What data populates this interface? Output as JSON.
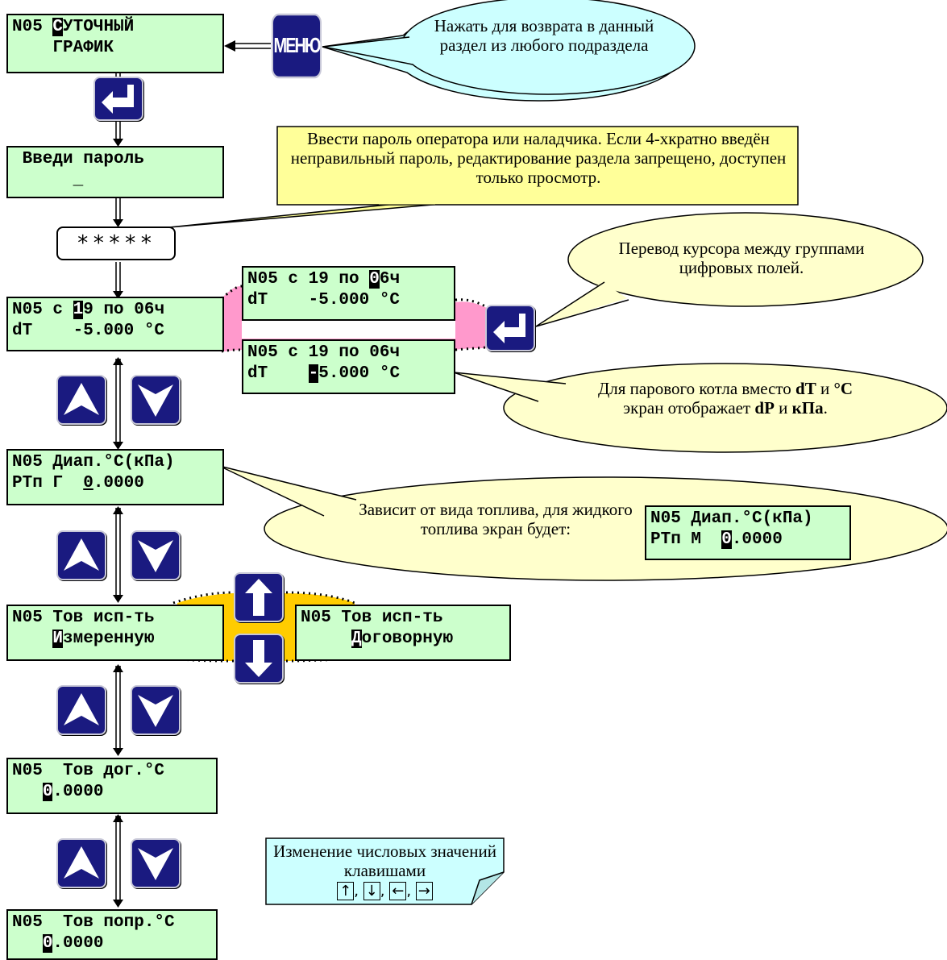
{
  "screens": {
    "daily": {
      "l1_pre": "N05 ",
      "l1_cur": "С",
      "l1_post": "УТОЧНЫЙ",
      "l2": "    ГРАФИК"
    },
    "password": {
      "l1": " Введи пароль",
      "l2": "      _"
    },
    "password_mask": "*****",
    "period_main": {
      "l1_pre": "N05 с ",
      "l1_cur": "1",
      "l1_post": "9 по 06ч",
      "l2": "dT    -5.000 °C"
    },
    "period_end": {
      "l1_pre": "N05 с 19 по ",
      "l1_cur": "0",
      "l1_post": "6ч",
      "l2": "dT    -5.000 °C"
    },
    "period_dt": {
      "l1": "N05 с 19 по 06ч",
      "l2_pre": "dT    ",
      "l2_cur": "-",
      "l2_post": "5.000 °C"
    },
    "range_gas": {
      "l1": "N05 Диап.°С(кПа)",
      "l2_pre": "РТп Г  ",
      "l2_cur": "0",
      "l2_post": ".0000"
    },
    "range_liquid": {
      "l1": "N05 Диап.°С(кПа)",
      "l2_pre": "РТп М  ",
      "l2_cur": "0",
      "l2_post": ".0000"
    },
    "tov_measured": {
      "l1": "N05 Тов исп-ть",
      "l2_pre": "    ",
      "l2_cur": "И",
      "l2_post": "змеренную"
    },
    "tov_contract": {
      "l1": "N05 Тов исп-ть",
      "l2_pre": "     ",
      "l2_cur": "Д",
      "l2_post": "оговорную"
    },
    "tov_dog": {
      "l1": "N05  Тов дог.°С",
      "l2_pre": "   ",
      "l2_cur": "0",
      "l2_post": ".0000"
    },
    "tov_popr": {
      "l1": "N05  Тов попр.°С",
      "l2_pre": "   ",
      "l2_cur": "0",
      "l2_post": ".0000"
    }
  },
  "keys": {
    "menu_label": "МЕНЮ"
  },
  "notes": {
    "menu_return": "Нажать для возврата в данный раздел из любого подраздела",
    "password_info": "Ввести пароль оператора или наладчика. Если 4-хкратно введён неправильный пароль, редактирование раздела запрещено, доступен только просмотр.",
    "cursor_move": "Перевод курсора между группами цифровых полей.",
    "steam_a": "Для парового котла вместо ",
    "steam_dT": "dT",
    "steam_b": " и ",
    "steam_oC": "°С",
    "steam_c": "экран отображает ",
    "steam_dP": "dP",
    "steam_d": " и ",
    "steam_kPa": "кПа",
    "steam_e": ".",
    "fuel_dep": "Зависит от вида топлива, для жидкого топлива экран будет:",
    "numeric_edit": "Изменение числовых значений клавишами",
    "arrow_glyphs": [
      "↑",
      "↓",
      "←",
      "→"
    ]
  },
  "colors": {
    "lcd": "#ccffcc",
    "key": "#1a1a80",
    "pink": "#ff99cc",
    "orange": "#ffcc00",
    "callout_cyan": "#ccffff",
    "callout_yellow": "#ffffcc"
  }
}
